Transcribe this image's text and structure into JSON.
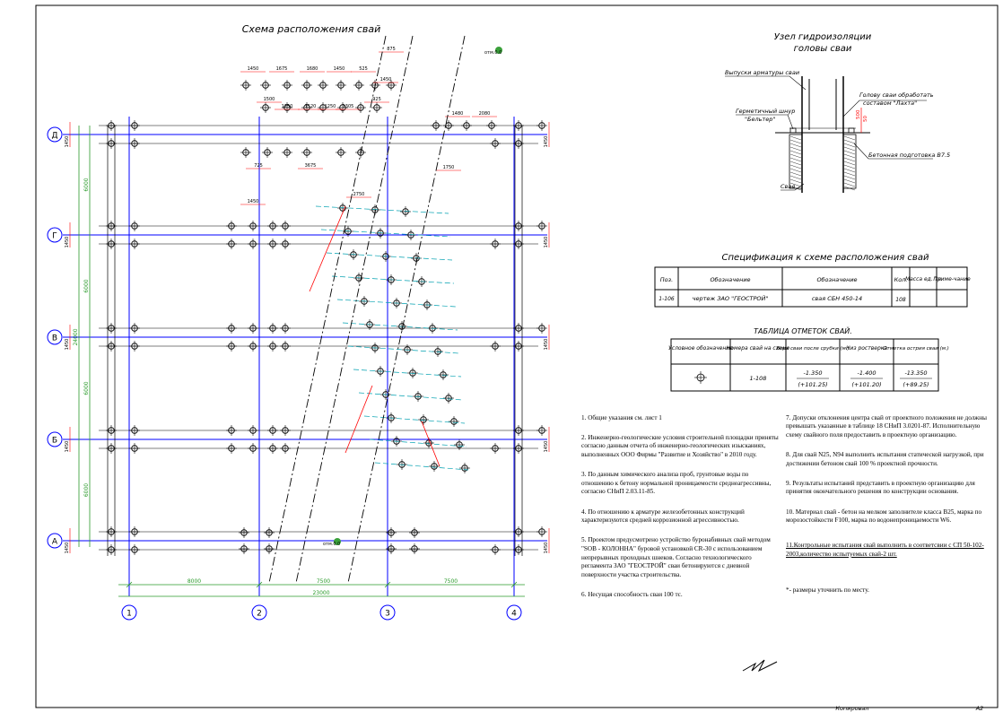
{
  "title_plan": "Схема расположения свай",
  "title_node": [
    "Узел гидроизоляции",
    "головы сваи"
  ],
  "node_labels": {
    "rebar": "Выпуски арматуры сваи",
    "head": [
      "Голову сваи обработать",
      "составом \"Лахта\""
    ],
    "cord": [
      "Герметичный шнур",
      "\"Бельтер\""
    ],
    "concrete": "Бетонная подготовка В7.5",
    "pile": "Свая",
    "dim_500": "500",
    "dim_50": "50"
  },
  "axes": {
    "vertical": [
      "1",
      "2",
      "3",
      "4"
    ],
    "horizontal": [
      "Д",
      "Г",
      "В",
      "Б",
      "А"
    ]
  },
  "dims": {
    "bottom": [
      "8000",
      "7500",
      "7500"
    ],
    "bottom_total": "23000",
    "left_spacing": [
      "6000",
      "6000",
      "6000",
      "6000"
    ],
    "left_total": "24000",
    "top_row": [
      "1450",
      "1675",
      "1680",
      "1450",
      "525",
      "925",
      "1500",
      "1250",
      "1520",
      "1250",
      "1305",
      "725",
      "3675",
      "1450",
      "1480",
      "2080",
      "875",
      "1750",
      "2750",
      "1450"
    ],
    "mark_ground": "отм.0.0"
  },
  "spec": {
    "title": "Спецификация к схеме расположения свай",
    "headers": [
      "Поз.",
      "Обозначение",
      "Обозначение",
      "Кол.",
      "Масса ед. тн",
      "Приме-чание"
    ],
    "row": [
      "1-106",
      "чертеж ЗАО \"ГЕОСТРОЙ\"",
      "свая СБН 450-14",
      "108",
      "",
      ""
    ]
  },
  "marks": {
    "title": "ТАБЛИЦА ОТМЕТОК СВАЙ.",
    "headers": [
      "Условное обозначение",
      "Номера свай на схеме",
      "Верх сваи после срубки (м.)",
      "Низ ростверка",
      "Отметка острия сваи (м.)"
    ],
    "row": [
      "1-108",
      "-1.350",
      "(+101.25)",
      "-1.400",
      "(+101.20)",
      "-13.350",
      "(+89.25)"
    ]
  },
  "notes_left": [
    "1.  Общие указания см. лист 1",
    "2.  Инженерно-геологические условия строительной площадки приняты согласно данным отчета об инженерно-геологических изысканиях, выполненных ООО Фирмы \"Развитие и Хозяйство\" в 2010 году.",
    "3.  По данным химического анализа проб, грунтовые воды по отношению к бетону нормальной  проницаемости среднеагрессивны, согласно СНиП 2.03.11-85.",
    "4.  По отношению к арматуре железобетонных конструкций характеризуются средней коррозионной агрессивностью.",
    "5.  Проектом предусмотрено устройство буронабивных свай методом \"SOB - КОЛОННА\" буровой установкой CR-30 с использованием непрерывных проходных шнеков. Согласно технологического регламента ЗАО \"ГЕОСТРОЙ\" сваи бетонируются с дневной поверхности участка строительства.",
    "6.  Несущая способность сваи 100 тс."
  ],
  "notes_right": [
    "7.  Допуски отклонения центра свай от проектного положения не должны превышать указанные в таблице 18 СНиП 3.0201-87. Исполнительную схему свайного поля предоставить в проектную организацию.",
    "8.  Для свай  N25, N94 выполнить испытания статической нагрузкой, при достижении бетоном свай 100 % проектной прочности.",
    "9.  Результаты испытаний представить в проектную организацию для принятия окончательного решения по конструкции основания.",
    "10.  Материал свай - бетон на мелком заполнителе класса В25, марка по морозостойкости F100, марка по водонепроницаемости W6.",
    "11.Контрольные испытания свай выполнить в соответсвии с СП 50-102-2003,количество испытуемых свай-2 шт.",
    "*- размеры уточнить по месту."
  ],
  "footer": {
    "copied": "Копировал",
    "format": "А2"
  },
  "colors": {
    "axis": "#0000ff",
    "dim": "#ff0000",
    "green": "#2a9a2a",
    "line": "#000000",
    "cyan": "#00a0b0"
  }
}
